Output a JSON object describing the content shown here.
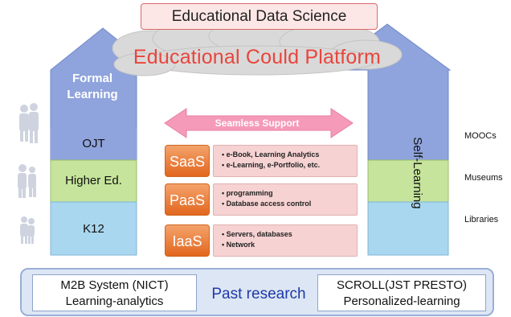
{
  "title": "Educational Data Science",
  "cloud_label": "Educational Could Platform",
  "formal": {
    "label": "Formal Learning",
    "line1": "Formal",
    "line2": "Learning"
  },
  "left_levels": [
    "OJT",
    "Higher Ed.",
    "K12"
  ],
  "seamless_label": "Seamless Support",
  "layers": [
    {
      "name": "SaaS",
      "items": [
        "e-Book, Learning Analytics",
        "e-Learning, e-Portfolio, etc."
      ]
    },
    {
      "name": "PaaS",
      "items": [
        "programming",
        "Database access control"
      ]
    },
    {
      "name": "IaaS",
      "items": [
        "Servers, databases",
        "Network"
      ]
    }
  ],
  "self_learning_label": "Self-Learning",
  "right_labels": [
    "MOOCs",
    "Museums",
    "Libraries"
  ],
  "bottom": {
    "left_line1": "M2B System (NICT)",
    "left_line2": "Learning-analytics",
    "center": "Past research",
    "right_line1": "SCROLL(JST PRESTO)",
    "right_line2": "Personalized-learning"
  },
  "colors": {
    "arrow_blue": "#8fa3dc",
    "band_green": "#c6e49b",
    "band_blue": "#a9d7ef",
    "layer_orange": "#e8702a",
    "title_pink": "#fde6e6",
    "cloud_text": "#e8453c",
    "seamless_pink": "#f59ab8"
  },
  "icons": [
    "person-silhouette-icon",
    "double-arrow-icon",
    "cloud-icon"
  ]
}
